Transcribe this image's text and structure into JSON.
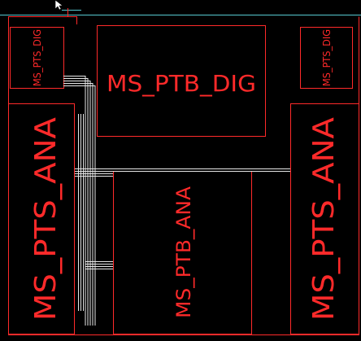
{
  "view": {
    "background": "#000000",
    "cell_color": "#ff2a2a",
    "wire_color": "#e8e8e8",
    "boundary_color": "#56c8d0"
  },
  "blocks": {
    "pts_dig_left": {
      "label": "MS_PTS_DIG"
    },
    "ptb_dig": {
      "label": "MS_PTB_DIG"
    },
    "pts_dig_right": {
      "label": "MS_PTS_DIG"
    },
    "pts_ana_left": {
      "label": "MS_PTS_ANA"
    },
    "ptb_ana": {
      "label": "MS_PTB_ANA"
    },
    "pts_ana_right": {
      "label": "MS_PTS_ANA"
    }
  },
  "cursor": {
    "icon": "arrow-cursor-icon"
  }
}
